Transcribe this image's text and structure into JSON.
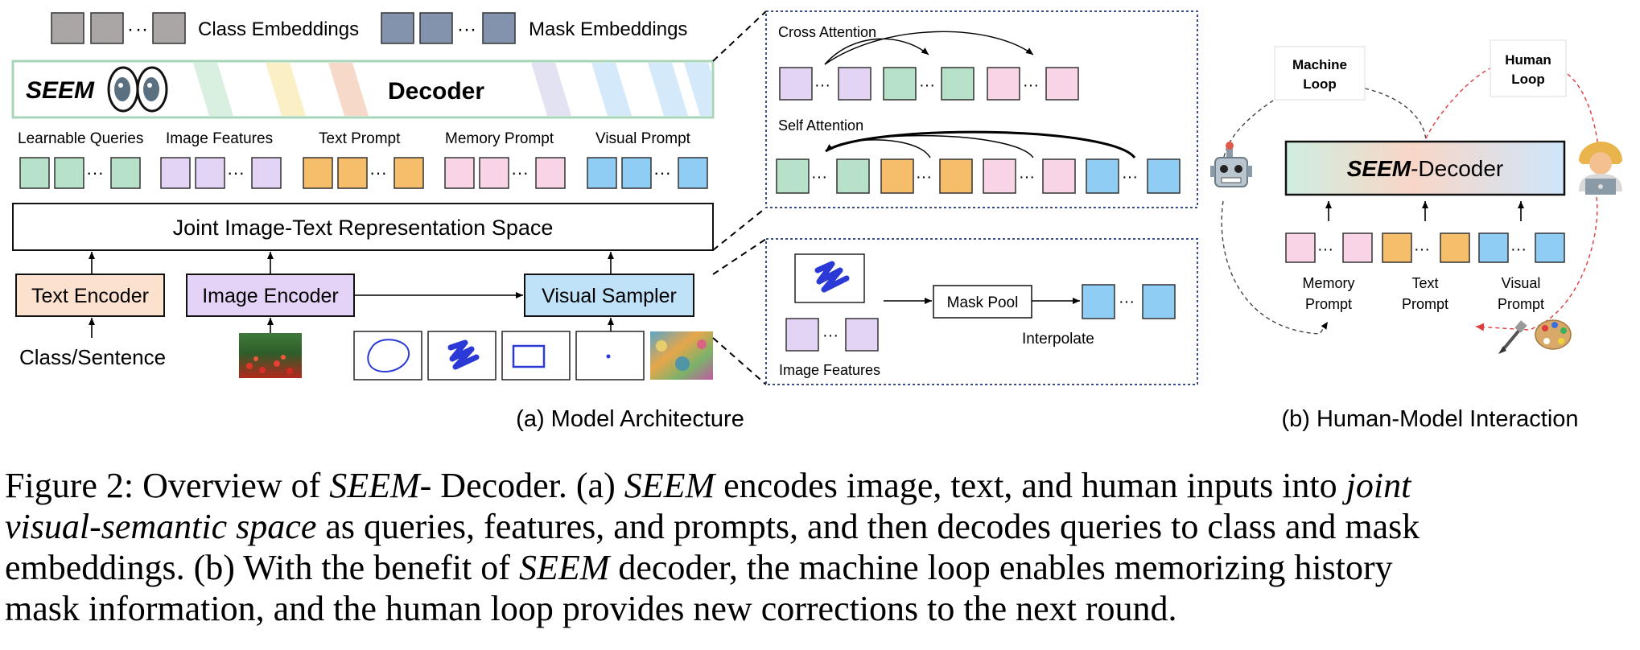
{
  "legend": {
    "class_embeddings": "Class Embeddings",
    "mask_embeddings": "Mask Embeddings"
  },
  "decoder_bar": {
    "brand": "SEEM",
    "label": "Decoder"
  },
  "token_groups": [
    {
      "label": "Learnable Queries",
      "color": "#b7e1c8"
    },
    {
      "label": "Image Features",
      "color": "#e3d4f6"
    },
    {
      "label": "Text Prompt",
      "color": "#f6bd6b"
    },
    {
      "label": "Memory Prompt",
      "color": "#f9d4e6"
    },
    {
      "label": "Visual Prompt",
      "color": "#90cdf4"
    }
  ],
  "joint_space": "Joint Image-Text Representation Space",
  "encoders": {
    "text": "Text Encoder",
    "image": "Image Encoder",
    "visual": "Visual Sampler"
  },
  "input_label": "Class/Sentence",
  "attention_panel": {
    "cross": "Cross Attention",
    "self": "Self Attention"
  },
  "sampler_panel": {
    "mask_pool": "Mask Pool",
    "interpolate": "Interpolate",
    "image_features": "Image Features"
  },
  "subcaption_a": "(a) Model Architecture",
  "interaction": {
    "machine_loop": [
      "Machine",
      "Loop"
    ],
    "human_loop": [
      "Human",
      "Loop"
    ],
    "decoder_brand": "SEEM",
    "decoder_suffix": "-Decoder",
    "prompts": [
      {
        "line1": "Memory",
        "line2": "Prompt"
      },
      {
        "line1": "Text",
        "line2": "Prompt"
      },
      {
        "line1": "Visual",
        "line2": "Prompt"
      }
    ]
  },
  "subcaption_b": "(b) Human-Model Interaction",
  "caption": {
    "l1_a": "Figure 2: Overview of ",
    "l1_b": "SEEM",
    "l1_c": "- Decoder. (a) ",
    "l1_d": "SEEM",
    "l1_e": " encodes image, text, and human inputs into ",
    "l1_f": "joint",
    "l2_a": "visual-semantic space",
    "l2_b": " as queries, features, and prompts, and then decodes queries to class and mask",
    "l3_a": "embeddings. (b) With the benefit of ",
    "l3_b": "SEEM",
    "l3_c": " decoder, the machine loop enables memorizing history",
    "l4": "mask information, and the human loop provides new corrections to the next round."
  },
  "colors": {
    "green": "#b7e1c8",
    "purple": "#e3d4f6",
    "orange": "#f6bd6b",
    "pink": "#f9d4e6",
    "blue": "#90cdf4",
    "gray_embed": "#aaa6a6",
    "blue_embed": "#8493ad",
    "encoder_text": "#fde1cf",
    "encoder_image": "#e4d3f7",
    "encoder_visual": "#bfe2f8",
    "panel_border": "#3a4f8a",
    "sketch_stroke": "#2b39d6"
  },
  "icons": [
    "robot-icon",
    "person-at-laptop-icon",
    "paintbrush-icon",
    "palette-icon",
    "eyes-icon"
  ]
}
